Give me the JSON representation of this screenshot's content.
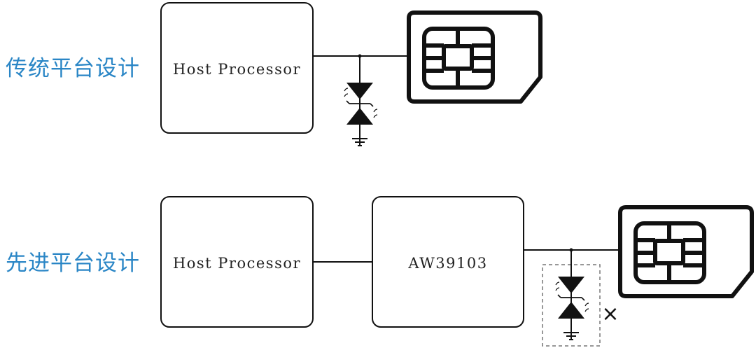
{
  "colors": {
    "label_blue": "#2a86c6",
    "stroke": "#111111",
    "dashed": "#777777"
  },
  "top_row": {
    "label": "传统平台设计",
    "processor_label": "Host Processor",
    "protection_icon": "tvs-diode-icon",
    "card_icon": "sim-card-icon"
  },
  "bottom_row": {
    "label": "先进平台设计",
    "processor_label": "Host Processor",
    "chip_label": "AW39103",
    "protection_icon": "tvs-diode-icon",
    "removed_mark": "×",
    "card_icon": "sim-card-icon"
  }
}
